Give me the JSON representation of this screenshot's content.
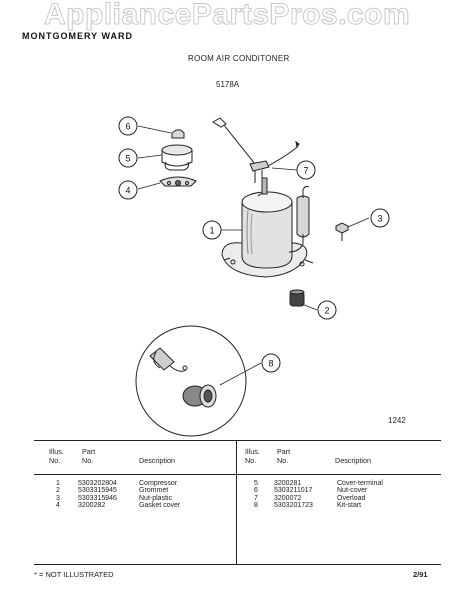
{
  "watermark": "AppliancePartsPros.com",
  "header": {
    "brand": "MONTGOMERY WARD",
    "title": "ROOM AIR CONDITONER",
    "model": "5178A"
  },
  "diagram": {
    "figure_number": "1242",
    "callouts": [
      "1",
      "2",
      "3",
      "4",
      "5",
      "6",
      "7",
      "8"
    ]
  },
  "table": {
    "headers": {
      "illus_line1": "Illus.",
      "illus_line2": "No.",
      "part_line1": "Part",
      "part_line2": "No.",
      "description": "Description"
    },
    "left_rows": [
      {
        "illus": "1",
        "part": "5303202804",
        "description": "Compressor"
      },
      {
        "illus": "2",
        "part": "5303315945",
        "description": "Grommet"
      },
      {
        "illus": "3",
        "part": "5303315946",
        "description": "Nut-plastic"
      },
      {
        "illus": "4",
        "part": "3200282",
        "description": "Gasket cover"
      }
    ],
    "right_rows": [
      {
        "illus": "5",
        "part": "3200281",
        "description": "Cover-terminal"
      },
      {
        "illus": "6",
        "part": "5303211017",
        "description": "Nut-cover"
      },
      {
        "illus": "7",
        "part": "3200072",
        "description": "Overload"
      },
      {
        "illus": "8",
        "part": "5303201723",
        "description": "Kit-start"
      }
    ]
  },
  "footer": {
    "note": "* = NOT ILLUSTRATED",
    "date": "2/91"
  }
}
